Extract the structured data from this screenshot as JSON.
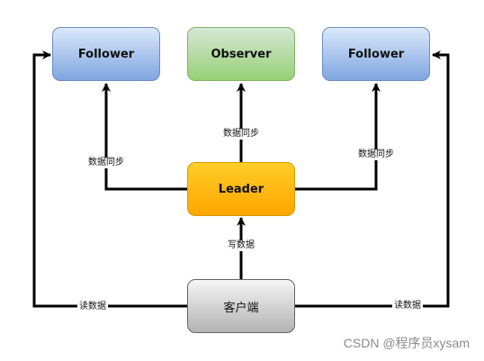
{
  "nodes": {
    "follower_left": "Follower",
    "observer": "Observer",
    "follower_right": "Follower",
    "leader": "Leader",
    "client": "客户端"
  },
  "edges": {
    "sync_observer": "数据同步",
    "sync_left": "数据同步",
    "sync_right": "数据同步",
    "write": "写数据",
    "read_left": "读数据",
    "read_right": "读数据"
  },
  "watermark": "CSDN @程序员xysam",
  "colors": {
    "follower_fill": "#7ea6e0",
    "observer_fill": "#97d077",
    "leader_fill": "#ffa500",
    "client_fill": "#b3b3b3",
    "line": "#000000"
  }
}
